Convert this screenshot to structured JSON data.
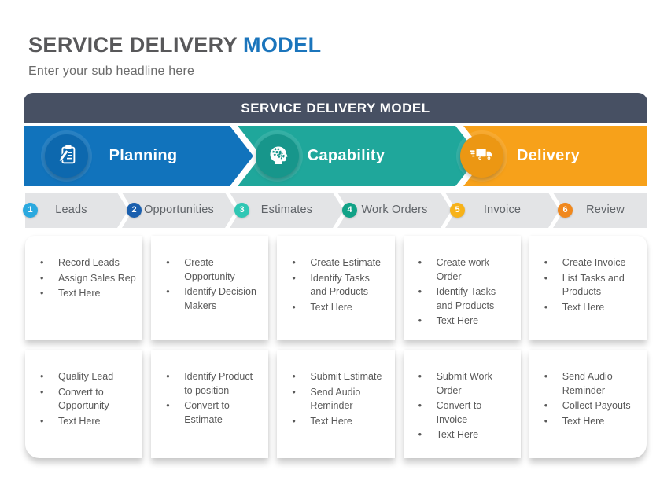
{
  "page": {
    "title_main": "SERVICE DELIVERY",
    "title_accent": "MODEL",
    "title_color": "#58585A",
    "accent_color": "#1B75BC",
    "subtitle": "Enter your sub headline here"
  },
  "banner": {
    "title": "SERVICE DELIVERY MODEL",
    "bg_color": "#475063"
  },
  "phases": [
    {
      "label": "Planning",
      "icon": "clipboard-pencil-icon",
      "color": "#1173BC",
      "badge_color": "#0D68AE"
    },
    {
      "label": "Capability",
      "icon": "head-gears-icon",
      "color": "#1FA79B",
      "badge_color": "#17968B"
    },
    {
      "label": "Delivery",
      "icon": "delivery-truck-icon",
      "color": "#F7A11A",
      "badge_color": "#EC9713"
    }
  ],
  "steps": [
    {
      "number": "1",
      "label": "Leads",
      "color": "#2BA9DF"
    },
    {
      "number": "2",
      "label": "Opportunities",
      "color": "#1A5FAE"
    },
    {
      "number": "3",
      "label": "Estimates",
      "color": "#2FC7B4"
    },
    {
      "number": "4",
      "label": "Work Orders",
      "color": "#11A287"
    },
    {
      "number": "5",
      "label": "Invoice",
      "color": "#F7B219"
    },
    {
      "number": "6",
      "label": "Review",
      "color": "#F0881D"
    }
  ],
  "cards": {
    "row1": [
      [
        "Record Leads",
        "Assign Sales Rep",
        "Text Here"
      ],
      [
        "Create Opportunity",
        "Identify Decision Makers"
      ],
      [
        "Create Estimate",
        "Identify Tasks and Products",
        "Text Here"
      ],
      [
        "Create work Order",
        "Identify Tasks and Products",
        "Text Here"
      ],
      [
        "Create Invoice",
        "List Tasks and Products",
        "Text Here"
      ]
    ],
    "row2": [
      [
        "Quality Lead",
        "Convert to Opportunity",
        "Text Here"
      ],
      [
        "Identify Product to position",
        "Convert to Estimate"
      ],
      [
        "Submit Estimate",
        "Send Audio Reminder",
        "Text Here"
      ],
      [
        "Submit Work Order",
        "Convert to Invoice",
        "Text Here"
      ],
      [
        "Send Audio Reminder",
        "Collect Payouts",
        "Text Here"
      ]
    ]
  }
}
